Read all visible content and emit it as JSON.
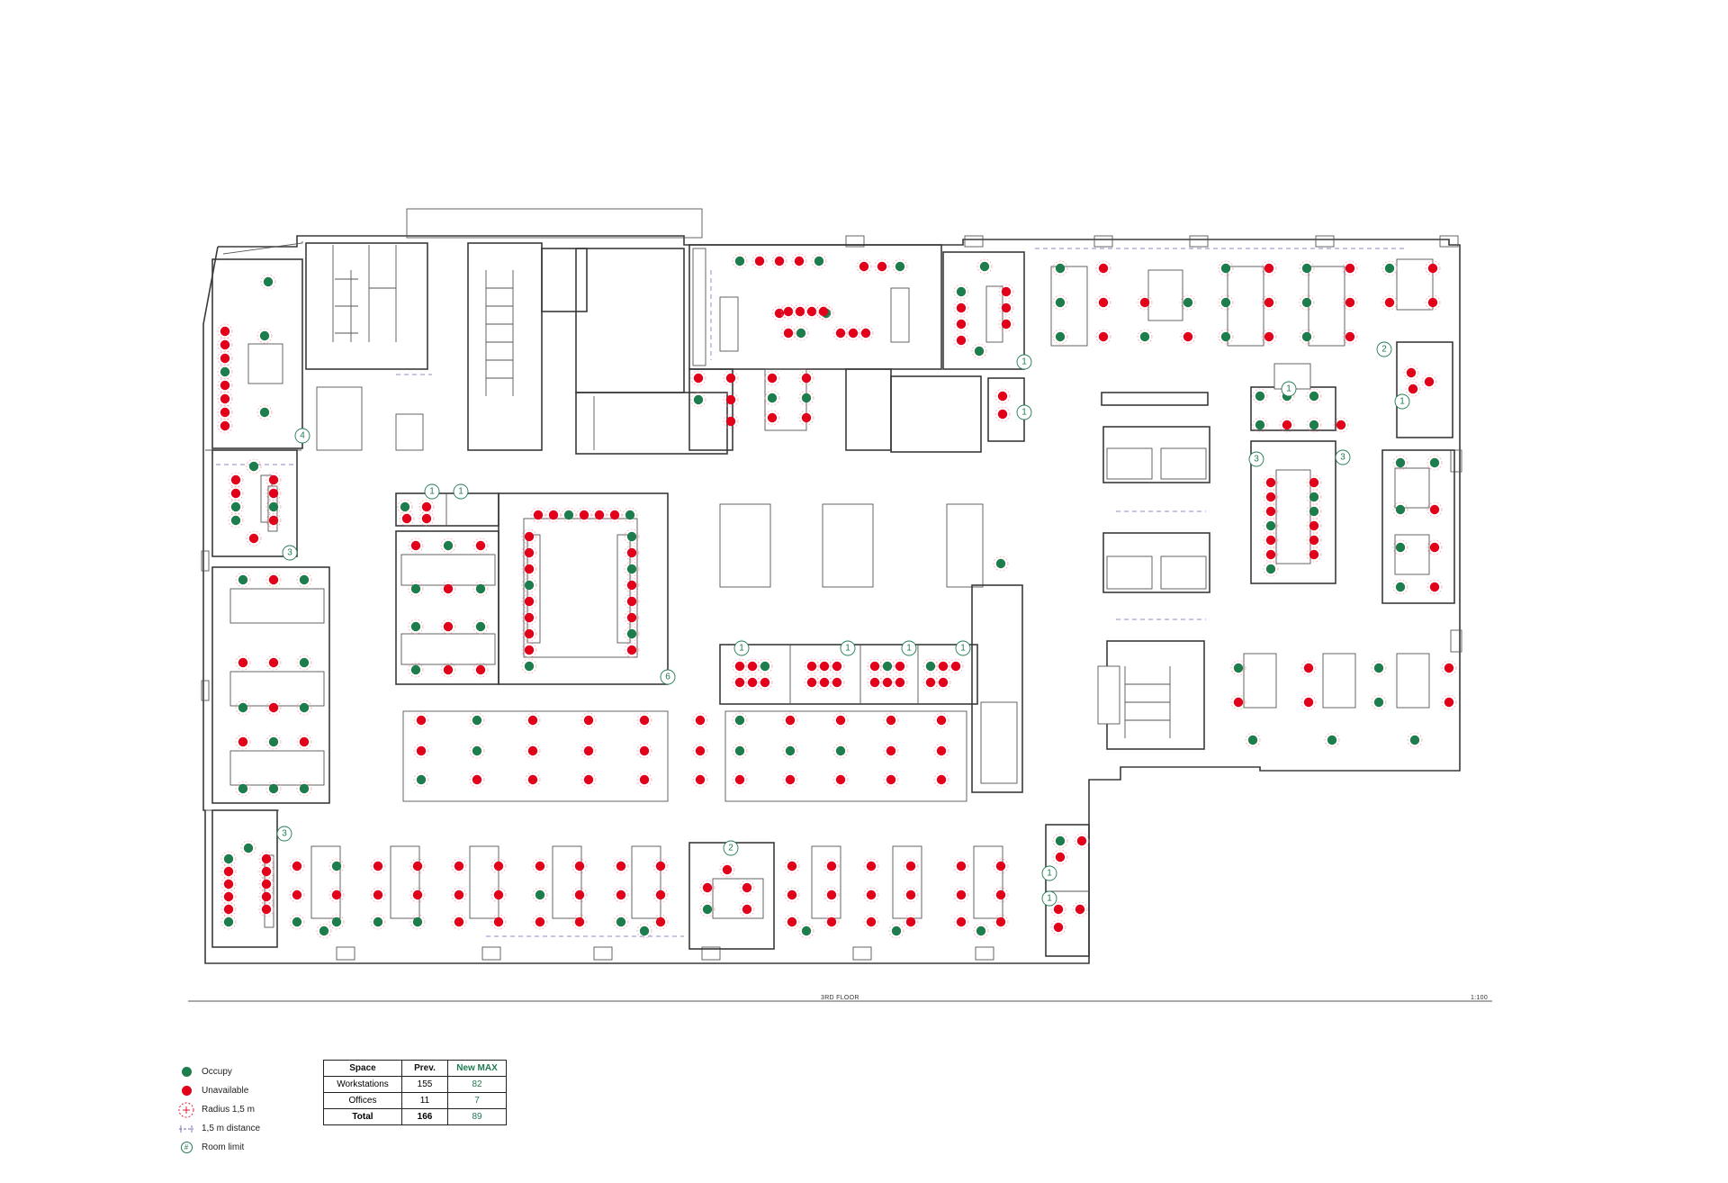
{
  "floor_title": "3RD FLOOR",
  "scale": "1:100",
  "colors": {
    "occupy": "#1e7d4c",
    "unavailable": "#e3001b",
    "room_limit": "#1f7a50"
  },
  "legend": [
    {
      "symbol": "green-dot",
      "label": "Occupy"
    },
    {
      "symbol": "red-dot",
      "label": "Unavailable"
    },
    {
      "symbol": "radius-circle",
      "label": "Radius 1,5 m"
    },
    {
      "symbol": "distance-line",
      "label": "1,5 m distance"
    },
    {
      "symbol": "hash-circle",
      "glyph": "#",
      "label": "Room limit"
    }
  ],
  "capacity_table": {
    "headers": [
      "Space",
      "Prev.",
      "New MAX"
    ],
    "rows": [
      [
        "Workstations",
        "155",
        "82"
      ],
      [
        "Offices",
        "11",
        "7"
      ],
      [
        "Total",
        "166",
        "89"
      ]
    ]
  },
  "room_limits": [
    "4",
    "3",
    "1",
    "1",
    "1",
    "1",
    "3",
    "1",
    "3",
    "2",
    "1",
    "1",
    "1",
    "1",
    "1",
    "6",
    "3",
    "2",
    "1",
    "1"
  ]
}
